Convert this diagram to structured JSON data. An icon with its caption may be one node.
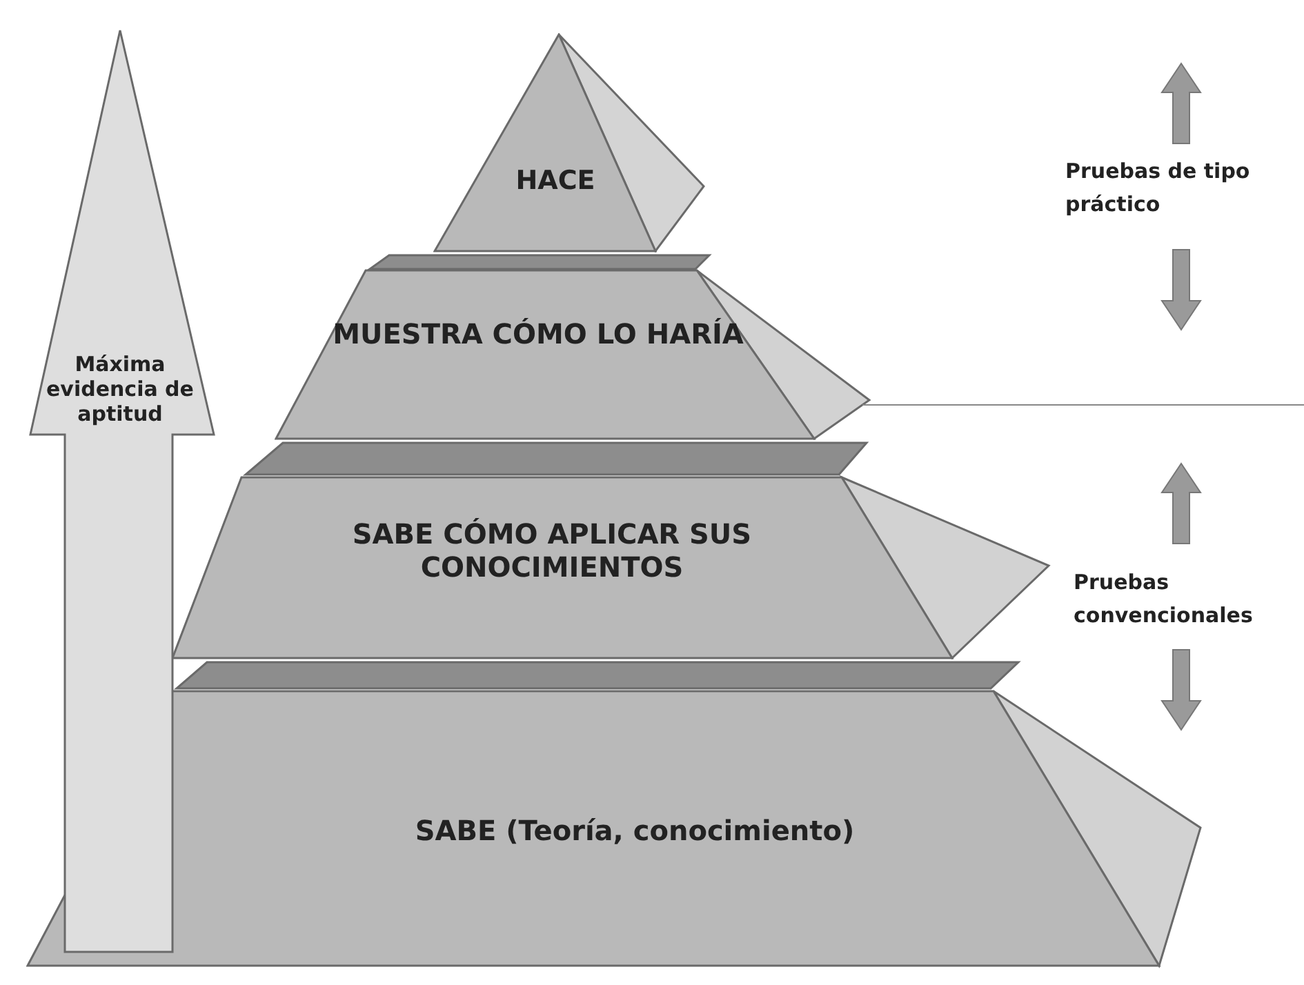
{
  "diagram": {
    "nodes": [
      {
        "text": [
          "HACE"
        ]
      },
      {
        "text": [
          "MUESTRA CÓMO LO HARÍA"
        ]
      },
      {
        "text": [
          "SABE CÓMO APLICAR SUS CONOCIMIENTOS"
        ]
      },
      {
        "text": [
          "SABE (Teoría, conocimiento)"
        ]
      },
      {
        "text": [
          "Máxima evidencia de aptitud"
        ]
      }
    ],
    "edges": [],
    "labels": [
      "Pruebas de tipo práctico",
      "Pruebas convencionales"
    ]
  }
}
